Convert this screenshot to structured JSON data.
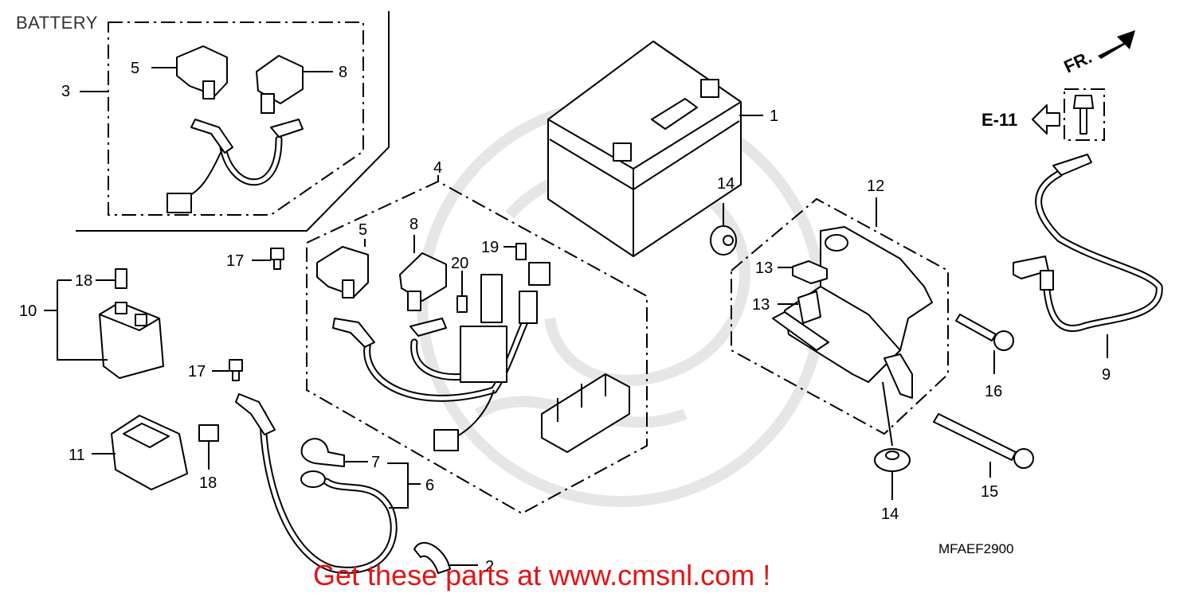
{
  "title": "BATTERY",
  "diagram_code": "MFAEF2900",
  "promo": "Get these parts at www.cmsnl.com !",
  "fr_label": "FR.",
  "ref_label": "E-11",
  "callouts": {
    "n1": "1",
    "n2": "2",
    "n3": "3",
    "n4": "4",
    "n5a": "5",
    "n5b": "5",
    "n6": "6",
    "n7": "7",
    "n8a": "8",
    "n8b": "8",
    "n9": "9",
    "n10": "10",
    "n11": "11",
    "n12": "12",
    "n13a": "13",
    "n13b": "13",
    "n14a": "14",
    "n14b": "14",
    "n15": "15",
    "n16": "16",
    "n17a": "17",
    "n17b": "17",
    "n18a": "18",
    "n18b": "18",
    "n19": "19",
    "n20": "20"
  },
  "colors": {
    "promo": "#e41414",
    "watermark": "#e6e6e6",
    "line": "#000000"
  }
}
